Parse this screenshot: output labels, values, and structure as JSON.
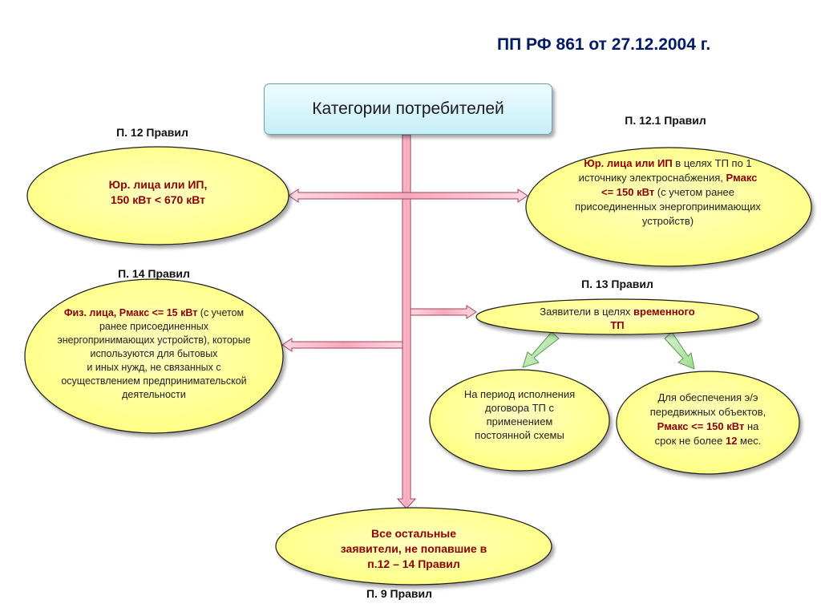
{
  "header": {
    "title": "ПП РФ 861 от 27.12.2004 г."
  },
  "root": {
    "label": "Категории потребителей"
  },
  "refs": {
    "p12": "П. 12 Правил",
    "p12_1": "П. 12.1 Правил",
    "p14": "П. 14 Правил",
    "p13": "П. 13 Правил",
    "p9": "П. 9 Правил"
  },
  "nodes": {
    "p12": {
      "line1": "Юр. лица или ИП,",
      "line2": "150 кВт < 670 кВт"
    },
    "p12_1": {
      "bold1": "Юр. лица или ИП",
      "text1": " в целях ТП по 1 источнику электроснабжения, ",
      "bold2": "Рмакс <= 150 кВт",
      "text2": " (с учетом ранее присоединенных энергопринимающих устройств)"
    },
    "p14": {
      "bold1": "Физ. лица, Рмакс <= 15 кВт",
      "text1": " (с учетом ранее присоединенных энергопринимающих устройств), которые используются для бытовых",
      "text2": "и иных нужд, не связанных с осуществлением предпринимательской деятельности"
    },
    "p13": {
      "text1": "Заявители в целях ",
      "bold1": "временного",
      "bold2": "ТП"
    },
    "temp_permanent": {
      "text": "На период исполнения договора ТП с применением постоянной схемы"
    },
    "temp_mobile": {
      "text1": "Для обеспечения э/э передвижных объектов, ",
      "bold1": "Рмакс <= 150 кВт",
      "text2": "  на срок не более ",
      "bold2": "12",
      "text3": " мес."
    },
    "p9": {
      "line1": "Все остальные",
      "line2": "заявители, не попавшие в",
      "line3": "п.12 – 14 Правил"
    }
  },
  "colors": {
    "ellipse_fill": "#ffff99",
    "ellipse_border": "#1a1a1a",
    "trunk_fill": "#f5b8c8",
    "trunk_border": "#a0405a",
    "accent_text": "#8b0000",
    "title_color": "#001a66",
    "green_arrow": "#b8e8b0"
  }
}
